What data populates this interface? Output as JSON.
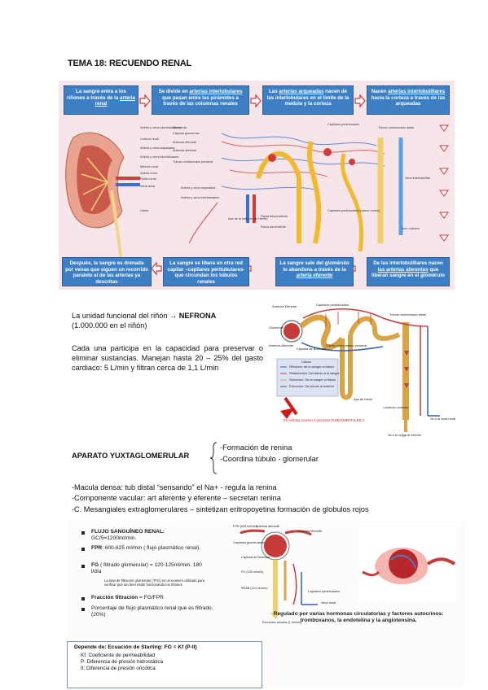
{
  "title": "TEMA 18: RECUENDO RENAL",
  "fig1": {
    "top_boxes": [
      {
        "pre": "La sangre entra a los riñones a través de la ",
        "u": "arteria renal",
        "post": ""
      },
      {
        "pre": "Se divide en ",
        "u": "arterias interlobulares",
        "post": " que pasan entre las pirámides a través de las columnas renales"
      },
      {
        "pre": "Las ",
        "u": "arterias arqueadas",
        "post": " nacen de las interlobulares en el límite de la medula y la corteza"
      },
      {
        "pre": "Nacen ",
        "u": "arterias interlobulillares",
        "post": " hacia la corteza a través de las arqueadas"
      }
    ],
    "bottom_boxes": [
      {
        "pre": "Después, la sangre es drenada por venas que siguen un recorrido paralelo al de las arterias ya descritas",
        "u": "",
        "post": ""
      },
      {
        "pre": "La sangre se libera en otra red capilar –capilares peritubulares- que circundan los túbulos renales",
        "u": "",
        "post": ""
      },
      {
        "pre": "La sangre sale del glomérulo lo abandona a través de la ",
        "u": "arteria eferente",
        "post": ""
      },
      {
        "pre": "De las interlobulillares nacen ",
        "u": "las arterias aferentes",
        "post": " que liberan sangre en el glomérulo"
      }
    ],
    "kidney_labels": [
      "Arteria y vena interlobulillares",
      "Glomérulo",
      "Cápsula glomerular",
      "Corteza renal",
      "Arteriola eferente",
      "Arteria y vena arqueadas",
      "Arteriola aferente",
      "Arteria y vena interlobulares",
      "Túbulo contorneado proximal",
      "Médula renal",
      "Arteria renal",
      "Pelvis renal",
      "Vena renal",
      "Uréter"
    ],
    "nephron_labels": [
      "Capilares peritubulares",
      "Túbulo contorneado distal",
      "Arteria y vena arqueadas",
      "Arteria y vena interlobulares",
      "Asa de la nefrona (de Henle)",
      "Rama descendente",
      "Rama ascendente",
      "Capilares peritubulares (vasos rectos)",
      "Tubo colector",
      "Vena interlobulillar"
    ]
  },
  "nefrona": {
    "intro": "La unidad funcional del riñón → ",
    "intro_bold": "NEFRONA",
    "intro_count": "(1.000.000 en el riñón)",
    "text": "Cada una participa en la capacidad para preservar o eliminar sustancias. Manejan hasta 20 – 25% del gasto cardiaco: 5 L/min y filtran cerca de 1,1 L/min"
  },
  "fig2": {
    "labels": [
      "Arteriola Eferente",
      "Capilares peritubulares",
      "Túbulo contorneado distal",
      "Glomérulo",
      "Arteriola Aferente",
      "Cápsula de Bowman",
      "Túbulo contorneado proximal",
      "Asa de Henle",
      "Conducto colector",
      "Va a la vena renal",
      "Va a la vejiga al exterior"
    ],
    "legend": [
      "Filtración: de la sangre al túbulo",
      "Reabsorción: Del túbulo a la sangre",
      "Secreción: De la sangre al túbulo",
      "Excreción: Del túbulo al exterior"
    ],
    "legend_head": "Claves",
    "note": "En nefrona ocurren 4 procesos FUNDAMENTALES !!"
  },
  "aparato": {
    "title": "APARATO YUXTAGLOMERULAR",
    "items": [
      "-Formación de renina",
      "-Coordina túbulo - glomerular"
    ],
    "lines": [
      "-Macula densa: tub distal “sensando” el Na+ - regula la renina",
      "-Componente vacular: art aferente y eferente – secretan renina",
      "-C. Mesangiales extraglomerulares – sintetizan eritropoyetina formación de globulos rojos"
    ]
  },
  "fig3": {
    "bullets": [
      {
        "b": "FLUJO SANGUÍNEO RENAL:",
        "t": "GC/5=1200ml/min."
      },
      {
        "b": "FPR",
        "t": ": 600-625 ml/min ( flujo plasmático renal)."
      },
      {
        "b": "FG",
        "t": " ( filtrado glomerular) = 120-125ml/min. 180 l/día"
      },
      {
        "b": "",
        "t": "La tasa de filtración glomerular (TFG) es un examen utilizado para verificar qué tan bien están funcionando los riñones"
      },
      {
        "b": "Fracción filtración",
        "t": " = FG/FPR"
      },
      {
        "b": "",
        "t": "Porcentaje de flujo plasmático renal que es filtrado. (20%)"
      }
    ],
    "diagram_labels": [
      "FPR (625 ml/min)",
      "Arteriola aferente",
      "Arteriola eferente",
      "Capilares glomerulares",
      "Cápsula de Bowman",
      "FG (125 ml/min)",
      "REAB (124 ml/min)",
      "Capilares peritubulares",
      "Vena renal",
      "Excreción urinaria (1 ml/min)"
    ],
    "hormonas": "Regulado por varias hormonas circulatorias y factores autocrinos: tromboxanos, la endotelina y la angiotensina.",
    "starling": {
      "head": "Depende de: Ecuación de Starling: FG = Kf (P-II)",
      "rows": [
        "Kf: Coeficiente de permeabilidad",
        "P: Diferencia de presión hidrostática",
        "II: Diferencia de presión oncótica"
      ]
    }
  }
}
